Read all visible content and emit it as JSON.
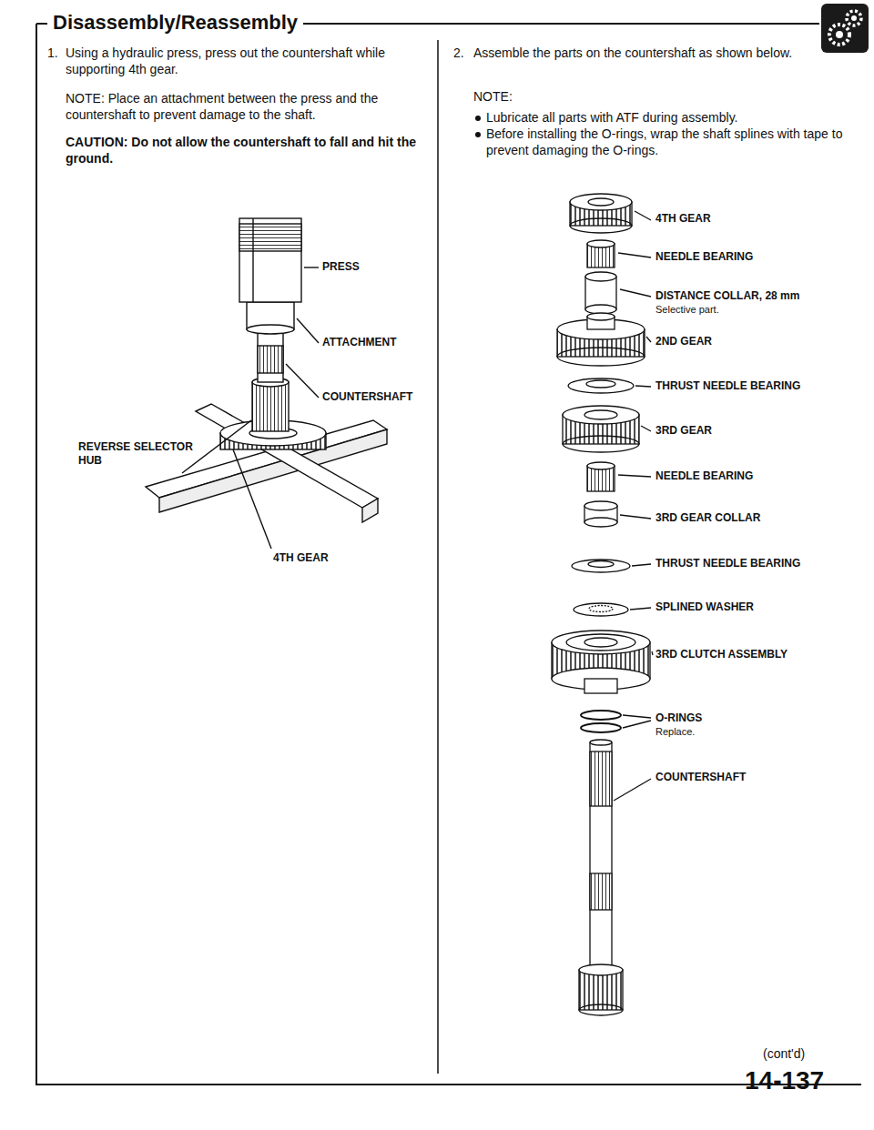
{
  "diagram": {
    "title": "Disassembly/Reassembly",
    "labels": [
      "1.",
      "Using a hydraulic press, press out the countershaft while supporting 4th gear.",
      "NOTE: Place an attachment between the press and the countershaft to prevent damage to the shaft.",
      "CAUTION: Do not allow the countershaft to fall and hit the ground.",
      "PRESS",
      "ATTACHMENT",
      "COUNTERSHAFT",
      "REVERSE SELECTOR HUB",
      "4TH GEAR",
      "2.",
      "Assemble the parts on the countershaft as shown below.",
      "NOTE:",
      "Lubricate all parts with ATF during assembly.",
      "Before installing the O-rings, wrap the shaft splines with tape to prevent damaging the O-rings.",
      "4TH GEAR",
      "NEEDLE BEARING",
      "DISTANCE COLLAR, 28 mm",
      "Selective part.",
      "2ND GEAR",
      "THRUST NEEDLE BEARING",
      "3RD GEAR",
      "NEEDLE BEARING",
      "3RD GEAR COLLAR",
      "THRUST NEEDLE BEARING",
      "SPLINED WASHER",
      "3RD CLUTCH ASSEMBLY",
      "O-RINGS",
      "Replace.",
      "COUNTERSHAFT",
      "(cont'd)",
      "14-137"
    ]
  }
}
